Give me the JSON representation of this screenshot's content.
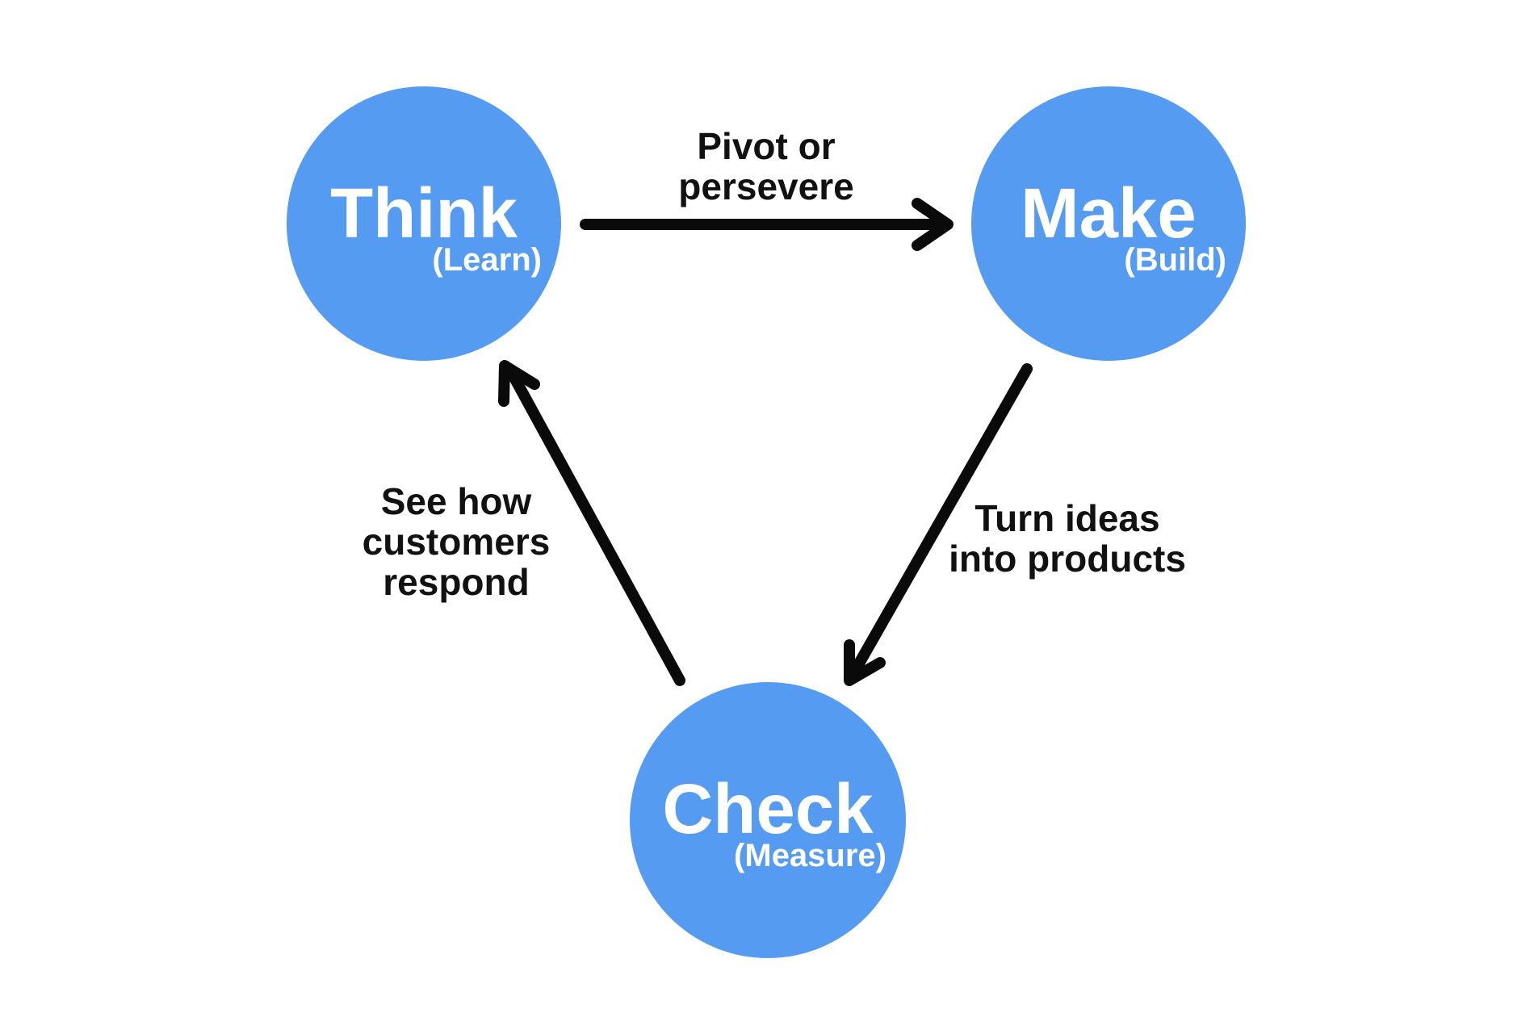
{
  "colors": {
    "background": "#FFFFFF",
    "node-fill": "#549BF1",
    "node-text": "#FFFFFF",
    "arrow": "#0A0A0A",
    "label-text": "#111111"
  },
  "nodes": [
    {
      "id": "think",
      "label": "Think",
      "sublabel": "(Learn)"
    },
    {
      "id": "make",
      "label": "Make",
      "sublabel": "(Build)"
    },
    {
      "id": "check",
      "label": "Check",
      "sublabel": "(Measure)"
    }
  ],
  "edges": [
    {
      "from": "think",
      "to": "make",
      "label_lines": [
        "Pivot or",
        "persevere"
      ]
    },
    {
      "from": "make",
      "to": "check",
      "label_lines": [
        "Turn ideas",
        "into products"
      ]
    },
    {
      "from": "check",
      "to": "think",
      "label_lines": [
        "See how",
        "customers",
        "respond"
      ]
    }
  ]
}
